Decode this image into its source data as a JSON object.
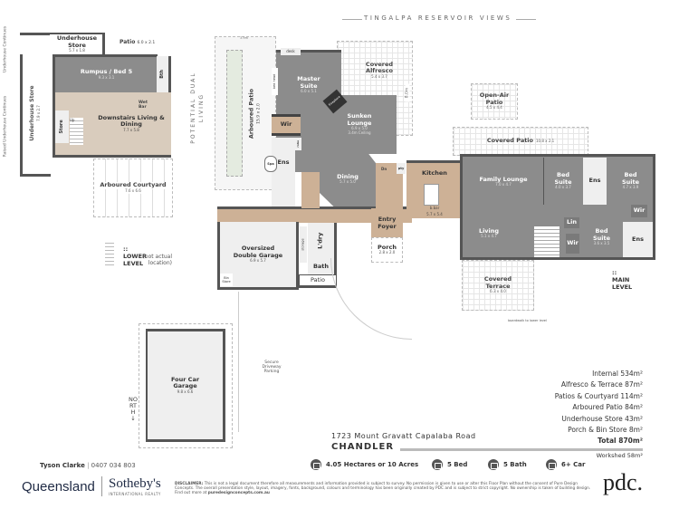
{
  "header": {
    "title": "TINGALPA RESERVOIR VIEWS"
  },
  "lower_level": {
    "label": ":: LOWER LEVEL",
    "note": "(not actual location)",
    "dual_living": "POTENTIAL DUAL LIVING",
    "rooms": [
      {
        "name": "Underhouse Store",
        "dims": "5.7 x 1.8"
      },
      {
        "name": "Patio",
        "dims": "6.0 x 2.1"
      },
      {
        "name": "Rumpus / Bed 5",
        "dims": "9.3 x 3.1"
      },
      {
        "name": "Bth",
        "dims": ""
      },
      {
        "name": "Wet Bar",
        "dims": ""
      },
      {
        "name": "Downstairs Living & Dining",
        "dims": "7.7 x 5.8"
      },
      {
        "name": "Store",
        "dims": ""
      },
      {
        "name": "Up",
        "dims": ""
      },
      {
        "name": "Underhouse Store",
        "dims": "7.9 x 2.7"
      },
      {
        "name": "Arboured Courtyard",
        "dims": "7.6 x 6.6"
      }
    ],
    "side_notes": [
      "Underhouse Continues",
      "Raised Underhouse Continues"
    ]
  },
  "main_level": {
    "label": ":: MAIN LEVEL",
    "rooms": [
      {
        "name": "Arboured Patio",
        "dims": "15.9 x 2.0"
      },
      {
        "name": "Master Suite",
        "dims": "6.0 x 5.1"
      },
      {
        "name": "desk",
        "dims": ""
      },
      {
        "name": "bed head",
        "dims": ""
      },
      {
        "name": "Covered Alfresco",
        "dims": "5.4 x 3.7"
      },
      {
        "name": "Sunken Lounge",
        "dims": "6.9 x 5.0",
        "note": "3.4m Ceiling"
      },
      {
        "name": "Fireplace",
        "dims": ""
      },
      {
        "name": "Wir",
        "dims": ""
      },
      {
        "name": "robe",
        "dims": ""
      },
      {
        "name": "Ens",
        "dims": ""
      },
      {
        "name": "Spa",
        "dims": ""
      },
      {
        "name": "Dining",
        "dims": "5.7 x 5.0"
      },
      {
        "name": "Kitchen",
        "dims": "5.7 x 5.4",
        "note": "b.bar"
      },
      {
        "name": "pty",
        "dims": ""
      },
      {
        "name": "Entry Foyer",
        "dims": ""
      },
      {
        "name": "Porch",
        "dims": "2.8 x 2.0"
      },
      {
        "name": "Oversized Double Garage",
        "dims": "6.9 x 5.7"
      },
      {
        "name": "Bin Store",
        "dims": ""
      },
      {
        "name": "storage",
        "dims": ""
      },
      {
        "name": "L'dry",
        "dims": ""
      },
      {
        "name": "Bath",
        "dims": ""
      },
      {
        "name": "Patio",
        "dims": ""
      },
      {
        "name": "Open-Air Patio",
        "dims": "4.5 x 4.4"
      },
      {
        "name": "Covered Patio",
        "dims": "10.8 x 2.1"
      },
      {
        "name": "Family Lounge",
        "dims": "7.0 x 4.7"
      },
      {
        "name": "Bed Suite",
        "dims": "4.0 x 3.7"
      },
      {
        "name": "Ens",
        "dims": ""
      },
      {
        "name": "Bed Suite",
        "dims": "4.7 x 3.9"
      },
      {
        "name": "Wir",
        "dims": ""
      },
      {
        "name": "Living",
        "dims": "5.1 x 4.7"
      },
      {
        "name": "Lin",
        "dims": ""
      },
      {
        "name": "Wir",
        "dims": ""
      },
      {
        "name": "Bed Suite",
        "dims": "3.6 x 3.5"
      },
      {
        "name": "Ens",
        "dims": ""
      },
      {
        "name": "Covered Terrace",
        "dims": "6.3 x 4.0"
      }
    ],
    "boardwalk": "boardwalk to lower level",
    "dim_marks": [
      "3.9m",
      "Dn",
      "8.0m"
    ]
  },
  "site": {
    "four_car_garage": {
      "name": "Four Car Garage",
      "dims": "9.8 x 6.6"
    },
    "driveway": "Secure Driveway Parking",
    "north": "NORTH"
  },
  "property": {
    "address": "1723 Mount Gravatt Capalaba Road",
    "suburb": "CHANDLER",
    "features": [
      {
        "icon": "land-icon",
        "label": "4.05 Hectares or 10 Acres"
      },
      {
        "icon": "bed-icon",
        "label": "5 Bed"
      },
      {
        "icon": "bath-icon",
        "label": "5 Bath"
      },
      {
        "icon": "car-icon",
        "label": "6+ Car"
      }
    ]
  },
  "areas": {
    "items": [
      "Internal 534m²",
      "Alfresco & Terrace 87m²",
      "Patios & Courtyard 114m²",
      "Arboured Patio 84m²",
      "Underhouse Store 43m²",
      "Porch & Bin Store 8m²"
    ],
    "total": "Total 870m²",
    "workshed": "Workshed 58m²"
  },
  "agent": {
    "name": "Tyson Clarke",
    "phone": "0407 034 803",
    "brand_left": "Queensland",
    "brand_right": "Sotheby's",
    "brand_sub": "INTERNATIONAL REALTY"
  },
  "footer": {
    "disclaimer_label": "DISCLAIMER:",
    "disclaimer": "This is not a legal document therefore all measurements and information provided is subject to survey. No permission is given to use or alter this Floor Plan without the consent of Pure Design Concepts. The overall presentation style, layout, imagery, fonts, background, colours and terminology has been originally created by PDC and is subject to strict copyright. No ownership is taken of building design. Find out more at",
    "website": "puredesignconcepts.com.au",
    "logo": "pdc."
  }
}
